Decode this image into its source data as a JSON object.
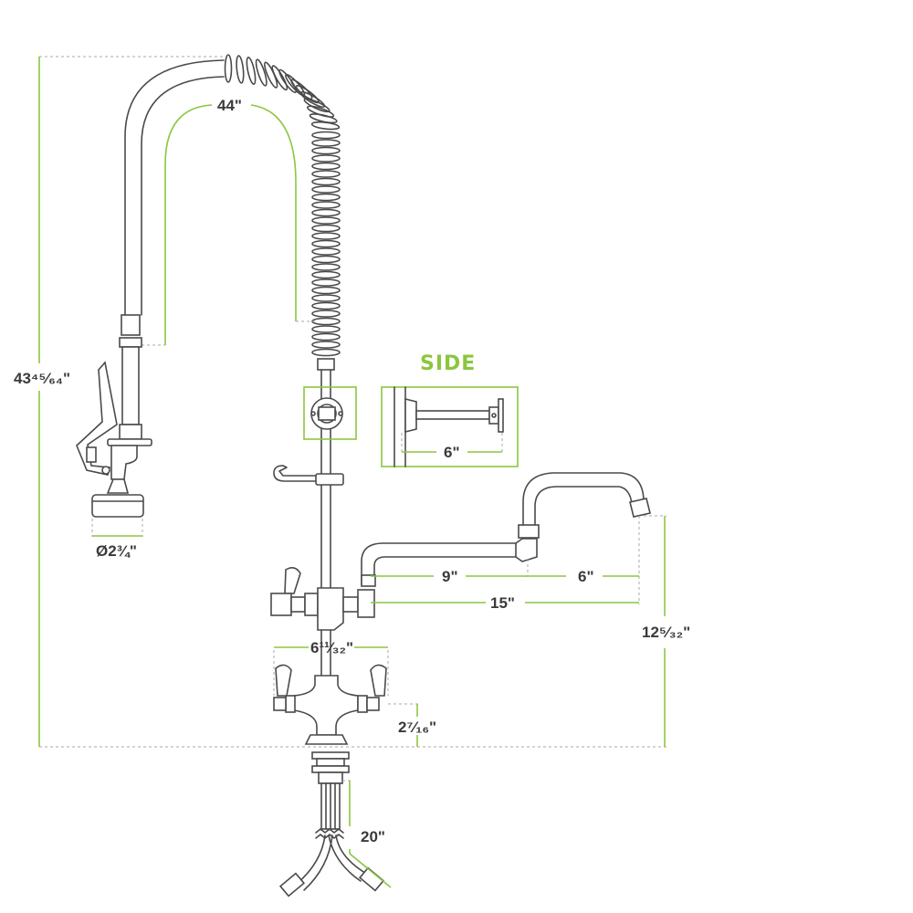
{
  "colors": {
    "accent": "#8cc63f",
    "line": "#4a4a4a"
  },
  "labels": {
    "side": "SIDE",
    "hose_length": "44\"",
    "overall_height": "43⁴⁵⁄₆₄\"",
    "bracket_depth": "6\"",
    "spray_diameter": "Ø2¾\"",
    "spout_inner": "9\"",
    "spout_outer": "6\"",
    "spout_reach": "15\"",
    "spout_height": "12⁵⁄₃₂\"",
    "valve_width": "6¹¹⁄₃₂\"",
    "valve_height": "2⁷⁄₁₆\"",
    "supply_length": "20\""
  }
}
